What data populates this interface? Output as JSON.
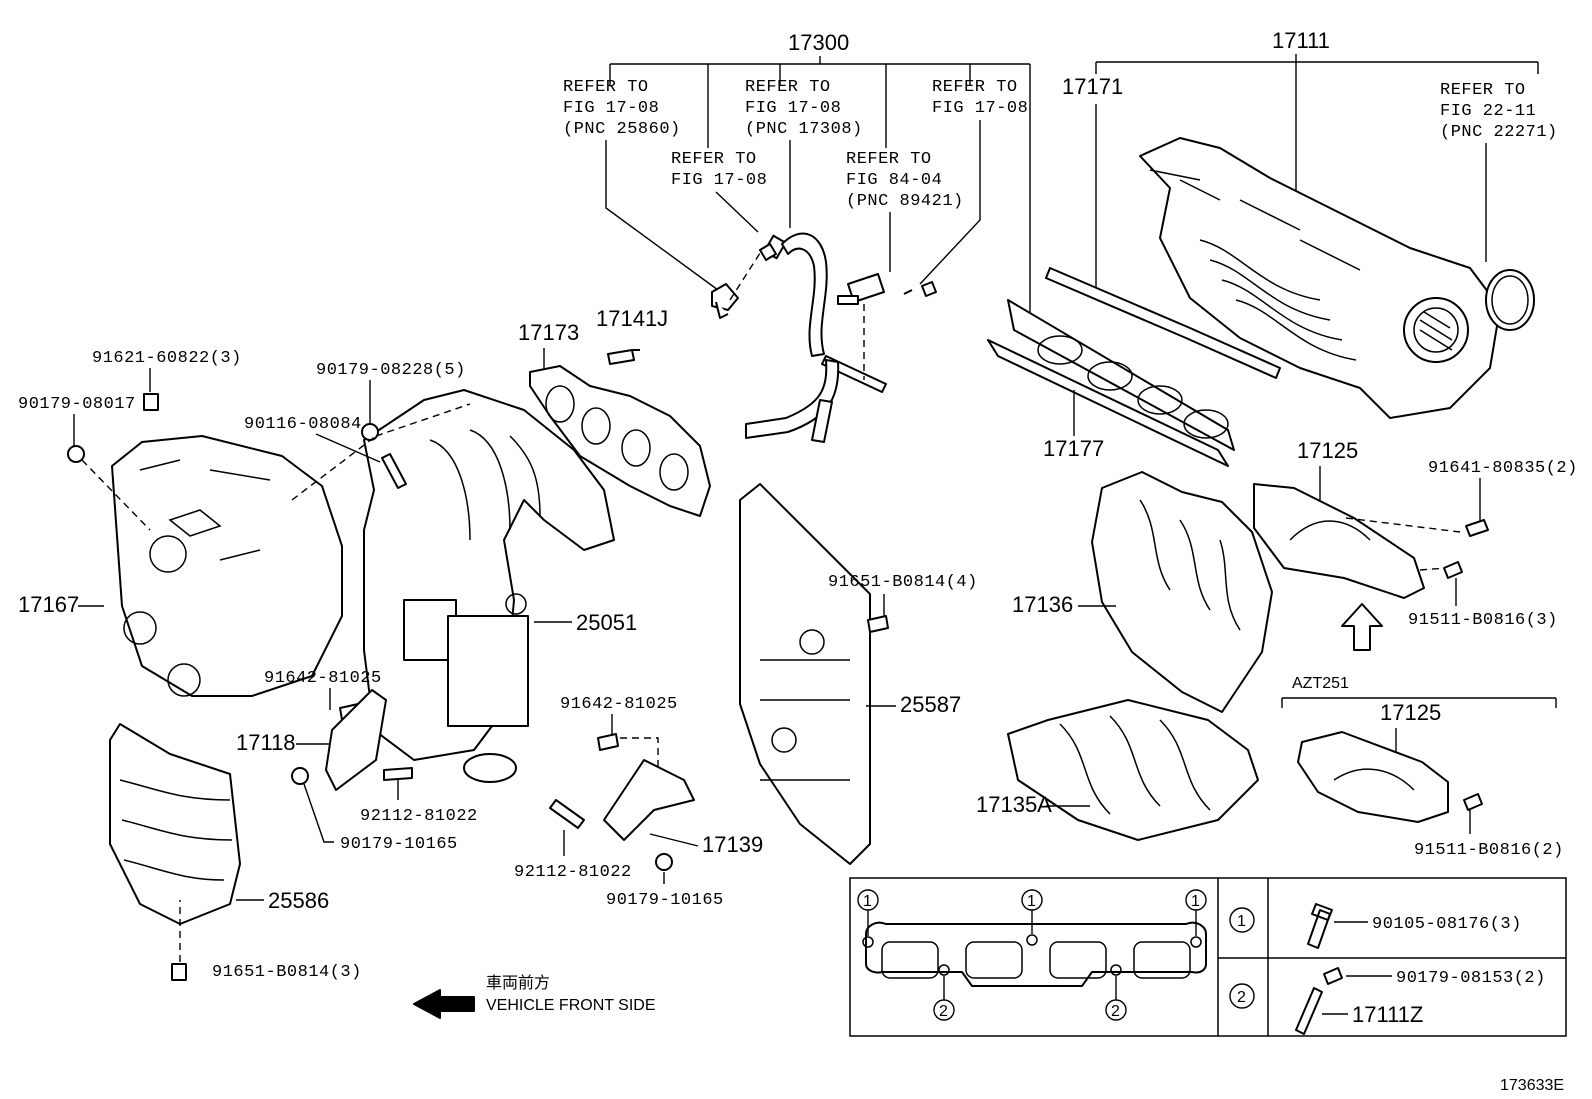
{
  "callouts": {
    "c17300": "17300",
    "c17111": "17111",
    "c17171": "17171",
    "c17177": "17177",
    "c17173": "17173",
    "c17141J": "17141J",
    "c17167": "17167",
    "c25051": "25051",
    "c25587": "25587",
    "c17125a": "17125",
    "c17125b": "17125",
    "c17136": "17136",
    "c17135A": "17135A",
    "c17118": "17118",
    "c17139": "17139",
    "c25586": "25586",
    "c17111Z": "17111Z"
  },
  "refs": {
    "r1": [
      "REFER TO",
      "FIG 17-08",
      "(PNC 25860)"
    ],
    "r2": [
      "REFER TO",
      "FIG 17-08",
      "(PNC 17308)"
    ],
    "r3": [
      "REFER TO",
      "FIG 17-08"
    ],
    "r4": [
      "REFER TO",
      "FIG 17-08"
    ],
    "r5": [
      "REFER TO",
      "FIG 84-04",
      "(PNC 89421)"
    ],
    "r6": [
      "REFER TO",
      "FIG 22-11",
      "(PNC 22271)"
    ]
  },
  "parts": {
    "p1": "91621-60822(3)",
    "p2": "90179-08017",
    "p3": "90179-08228(5)",
    "p4": "90116-08084",
    "p5": "91642-81025",
    "p6": "92112-81022",
    "p7": "90179-10165",
    "p8": "91642-81025",
    "p9": "92112-81022",
    "p10": "90179-10165",
    "p11": "91651-B0814(4)",
    "p12": "91651-B0814(3)",
    "p13": "91641-80835(2)",
    "p14": "91511-B0816(3)",
    "p15": "91511-B0816(2)",
    "p16": "90105-08176(3)",
    "p17": "90179-08153(2)"
  },
  "variant": "AZT251",
  "legend": {
    "one": "1",
    "two": "2"
  },
  "front": {
    "jp": "車両前方",
    "en": "VEHICLE FRONT SIDE"
  },
  "figure_id": "173633E"
}
